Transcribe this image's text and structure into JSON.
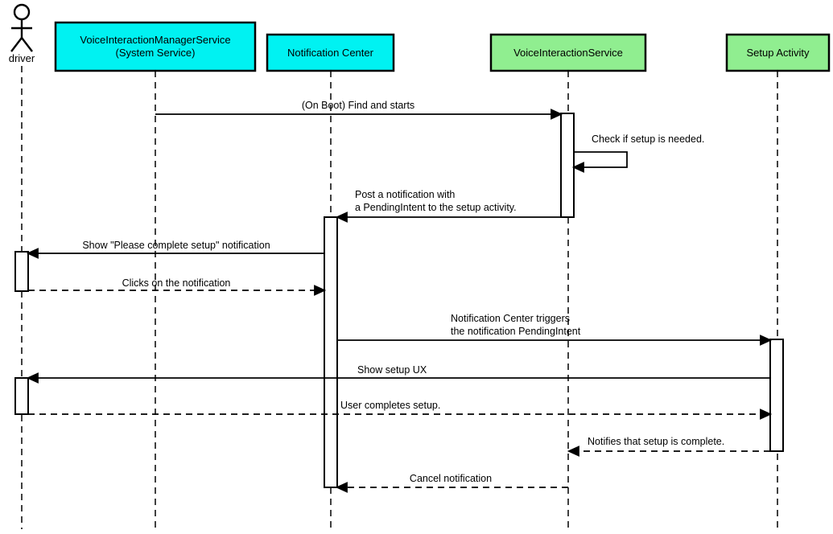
{
  "colors": {
    "system_service_box": "#00f2f2",
    "component_box": "#90ee90",
    "activation_bar": "#ffffff",
    "stroke": "#000000",
    "background": "#ffffff"
  },
  "actor": {
    "label": "driver"
  },
  "participants": [
    {
      "line1": "VoiceInteractionManagerService",
      "line2": "(System Service)",
      "color_role": "system_service_box"
    },
    {
      "label": "Notification Center",
      "color_role": "system_service_box"
    },
    {
      "label": "VoiceInteractionService",
      "color_role": "component_box"
    },
    {
      "label": "Setup Activity",
      "color_role": "component_box"
    }
  ],
  "messages": [
    {
      "label": "(On Boot) Find and starts",
      "from": "VoiceInteractionManagerService (System Service)",
      "to": "VoiceInteractionService",
      "line_style": "solid"
    },
    {
      "label": "Check if setup is needed.",
      "from": "VoiceInteractionService",
      "to": "VoiceInteractionService",
      "line_style": "solid-self"
    },
    {
      "line1": "Post a notification with",
      "line2": "a PendingIntent to the setup activity.",
      "from": "VoiceInteractionService",
      "to": "Notification Center",
      "line_style": "solid"
    },
    {
      "label": "Show \"Please complete setup\" notification",
      "from": "Notification Center",
      "to": "driver",
      "line_style": "solid"
    },
    {
      "label": "Clicks on the notification",
      "from": "driver",
      "to": "Notification Center",
      "line_style": "dashed"
    },
    {
      "line1": "Notification Center triggers",
      "line2": "the notification PendingIntent",
      "from": "Notification Center",
      "to": "Setup Activity",
      "line_style": "solid"
    },
    {
      "label": "Show setup UX",
      "from": "Setup Activity",
      "to": "driver",
      "line_style": "solid"
    },
    {
      "label": "User completes setup.",
      "from": "driver",
      "to": "Setup Activity",
      "line_style": "dashed"
    },
    {
      "label": "Notifies that setup is complete.",
      "from": "Setup Activity",
      "to": "VoiceInteractionService",
      "line_style": "dashed"
    },
    {
      "label": "Cancel notification",
      "from": "VoiceInteractionService",
      "to": "Notification Center",
      "line_style": "dashed"
    }
  ]
}
